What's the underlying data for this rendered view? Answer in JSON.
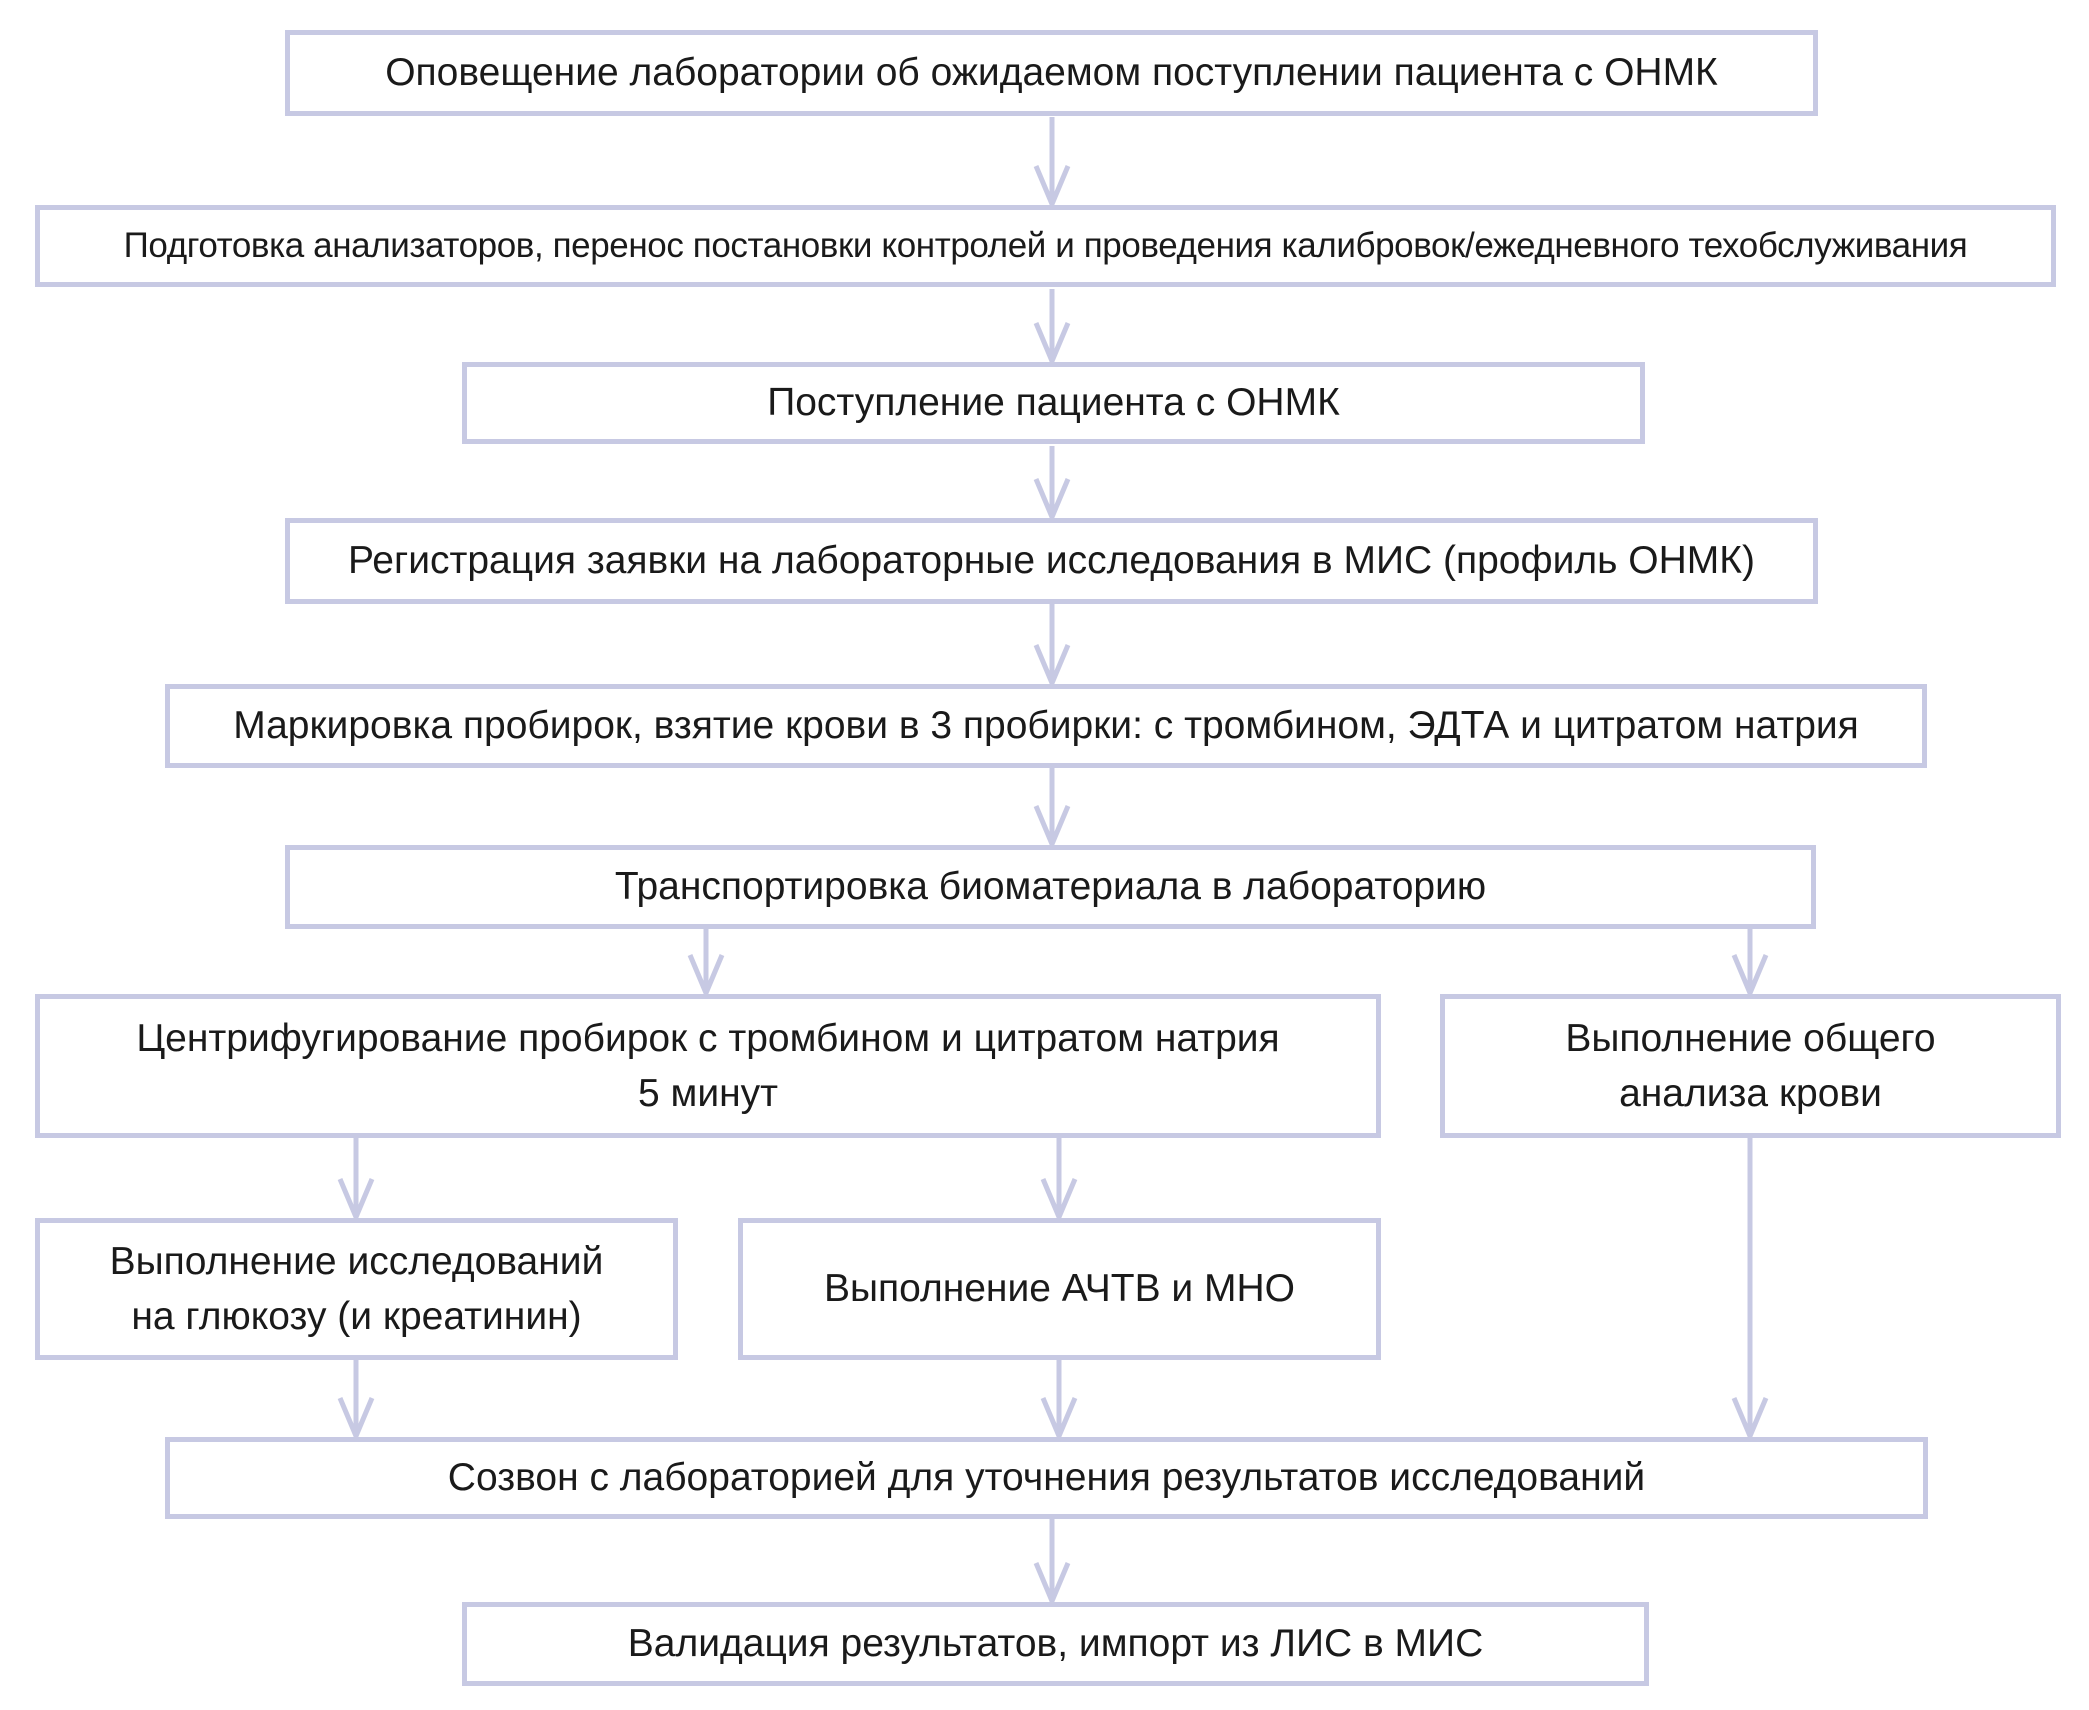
{
  "diagram": {
    "type": "flowchart",
    "language": "ru",
    "colors": {
      "line": "#c7c9e3",
      "arrow": "#c7c9e3",
      "text": "#1a1a1a",
      "bg": "#ffffff"
    },
    "nodes": [
      {
        "id": "notify",
        "label": "Оповещение лаборатории об ожидаемом поступлении пациента с ОНМК"
      },
      {
        "id": "prepare",
        "label": "Подготовка анализаторов, перенос постановки контролей и проведения калибровок/ежедневного техобслуживания"
      },
      {
        "id": "arrival",
        "label": "Поступление пациента с ОНМК"
      },
      {
        "id": "register",
        "label": "Регистрация заявки на лабораторные исследования в МИС (профиль ОНМК)"
      },
      {
        "id": "marking",
        "label": "Маркировка пробирок, взятие крови в 3 пробирки: с тромбином, ЭДТА и цитратом натрия"
      },
      {
        "id": "transport",
        "label": "Транспортировка биоматериала в лабораторию"
      },
      {
        "id": "centrifuge",
        "label": "Центрифугирование пробирок с тромбином и цитратом натрия\n5 минут"
      },
      {
        "id": "cbc",
        "label": "Выполнение общего\nанализа крови"
      },
      {
        "id": "glucose",
        "label": "Выполнение исследований\nна глюкозу (и креатинин)"
      },
      {
        "id": "aptt",
        "label": "Выполнение АЧТВ и МНО"
      },
      {
        "id": "call",
        "label": "Созвон с лабораторией для уточнения результатов исследований"
      },
      {
        "id": "validation",
        "label": "Валидация результатов, импорт из ЛИС в МИС"
      }
    ],
    "edges": [
      {
        "from": "notify",
        "to": "prepare"
      },
      {
        "from": "prepare",
        "to": "arrival"
      },
      {
        "from": "arrival",
        "to": "register"
      },
      {
        "from": "register",
        "to": "marking"
      },
      {
        "from": "marking",
        "to": "transport"
      },
      {
        "from": "transport",
        "to": "centrifuge"
      },
      {
        "from": "transport",
        "to": "cbc"
      },
      {
        "from": "centrifuge",
        "to": "glucose"
      },
      {
        "from": "centrifuge",
        "to": "aptt"
      },
      {
        "from": "glucose",
        "to": "call"
      },
      {
        "from": "aptt",
        "to": "call"
      },
      {
        "from": "cbc",
        "to": "call"
      },
      {
        "from": "call",
        "to": "validation"
      }
    ]
  }
}
